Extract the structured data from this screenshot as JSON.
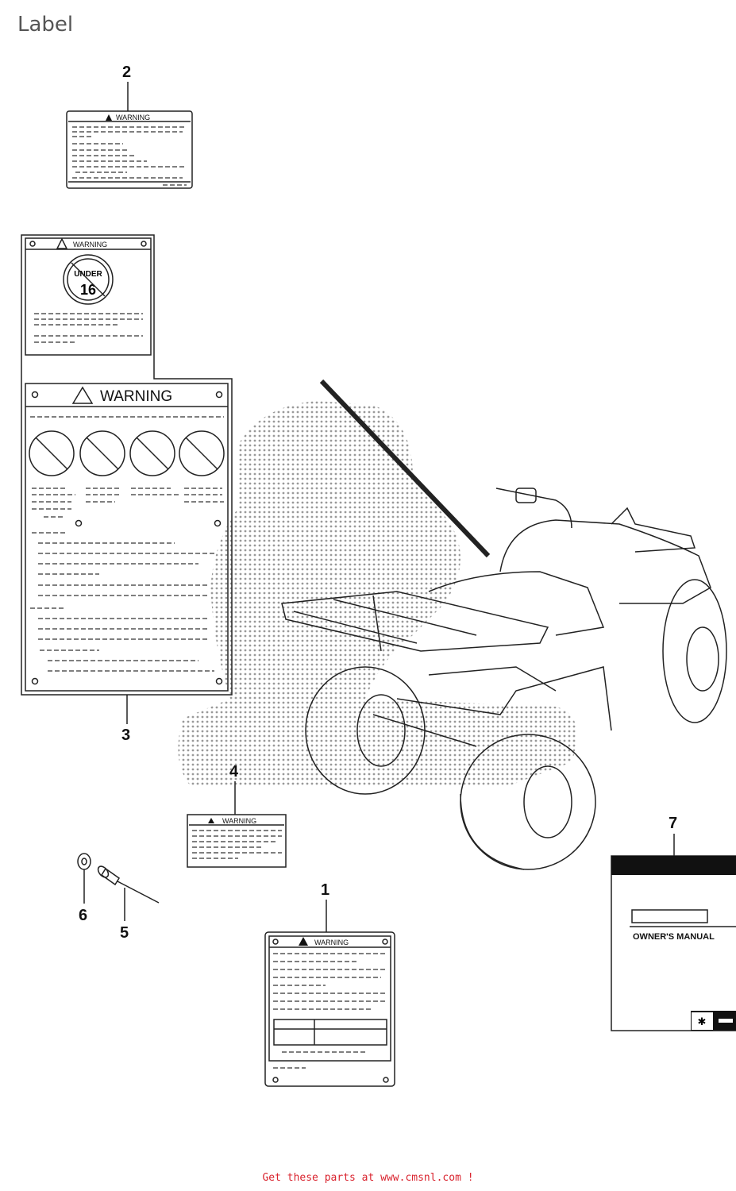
{
  "page": {
    "title": "Label"
  },
  "diagram": {
    "callouts": [
      "1",
      "2",
      "3",
      "4",
      "5",
      "6",
      "7"
    ],
    "labels": {
      "warning": "WARNING",
      "under_age_top": "UNDER",
      "under_age_num": "16",
      "owners_manual": "OWNER'S MANUAL"
    },
    "colors": {
      "line": "#222222",
      "halftone": "#999999",
      "footer": "#d9232e"
    }
  },
  "footer": {
    "link_text": "Get these parts at www.cmsnl.com !"
  }
}
